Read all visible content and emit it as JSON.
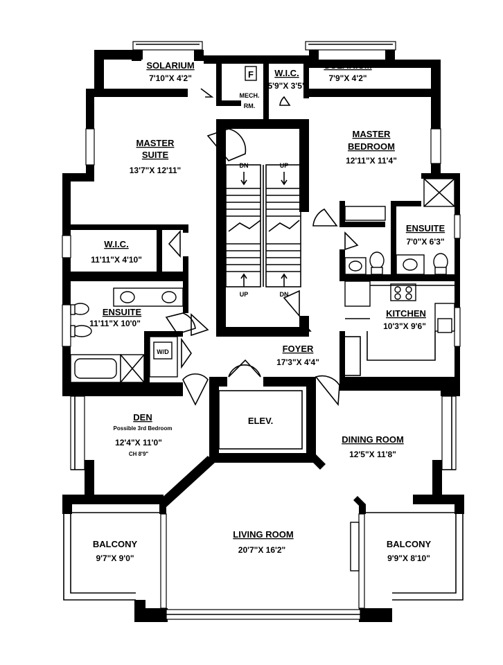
{
  "rooms": {
    "solarium_left": {
      "name": "SOLARIUM",
      "dim": "7'10\"X  4'2\""
    },
    "solarium_right": {
      "name": "SOLARIUM",
      "dim": "7'9\"X  4'2\""
    },
    "wic_top": {
      "name": "W.I.C.",
      "dim": "5'9\"X 3'5\""
    },
    "mech": {
      "symbol": "F",
      "line1": "MECH.",
      "line2": "RM."
    },
    "master_suite": {
      "line1": "MASTER",
      "line2": "SUITE",
      "dim": "13'7\"X  12'11\""
    },
    "master_bedroom": {
      "line1": "MASTER",
      "line2": "BEDROOM",
      "dim": "12'11\"X  11'4\""
    },
    "wic_left": {
      "name": "W.I.C.",
      "dim": "11'11\"X  4'10\""
    },
    "ensuite_left": {
      "name": "ENSUITE",
      "dim": "11'11\"X  10'0\""
    },
    "ensuite_right": {
      "name": "ENSUITE",
      "dim": "7'0\"X  6'3\""
    },
    "kitchen": {
      "name": "KITCHEN",
      "dim": "10'3\"X  9'6\""
    },
    "wd": {
      "name": "W/D"
    },
    "foyer": {
      "name": "FOYER",
      "dim": "17'3\"X  4'4\""
    },
    "den": {
      "name": "DEN",
      "note": "Possible 3rd Bedroom",
      "dim": "12'4\"X  11'0\"",
      "ceiling": "CH 8'9\""
    },
    "elevator": {
      "name": "ELEV."
    },
    "dining": {
      "name": "DINING ROOM",
      "dim": "12'5\"X  11'8\""
    },
    "living": {
      "name": "LIVING ROOM",
      "dim": "20'7\"X  16'2\""
    },
    "balcony_left": {
      "name": "BALCONY",
      "dim": "9'7\"X  9'0\""
    },
    "balcony_right": {
      "name": "BALCONY",
      "dim": "9'9\"X  8'10\""
    }
  },
  "stairs": {
    "left_top": "DN",
    "right_top": "UP",
    "left_bottom": "UP",
    "right_bottom": "DN"
  }
}
